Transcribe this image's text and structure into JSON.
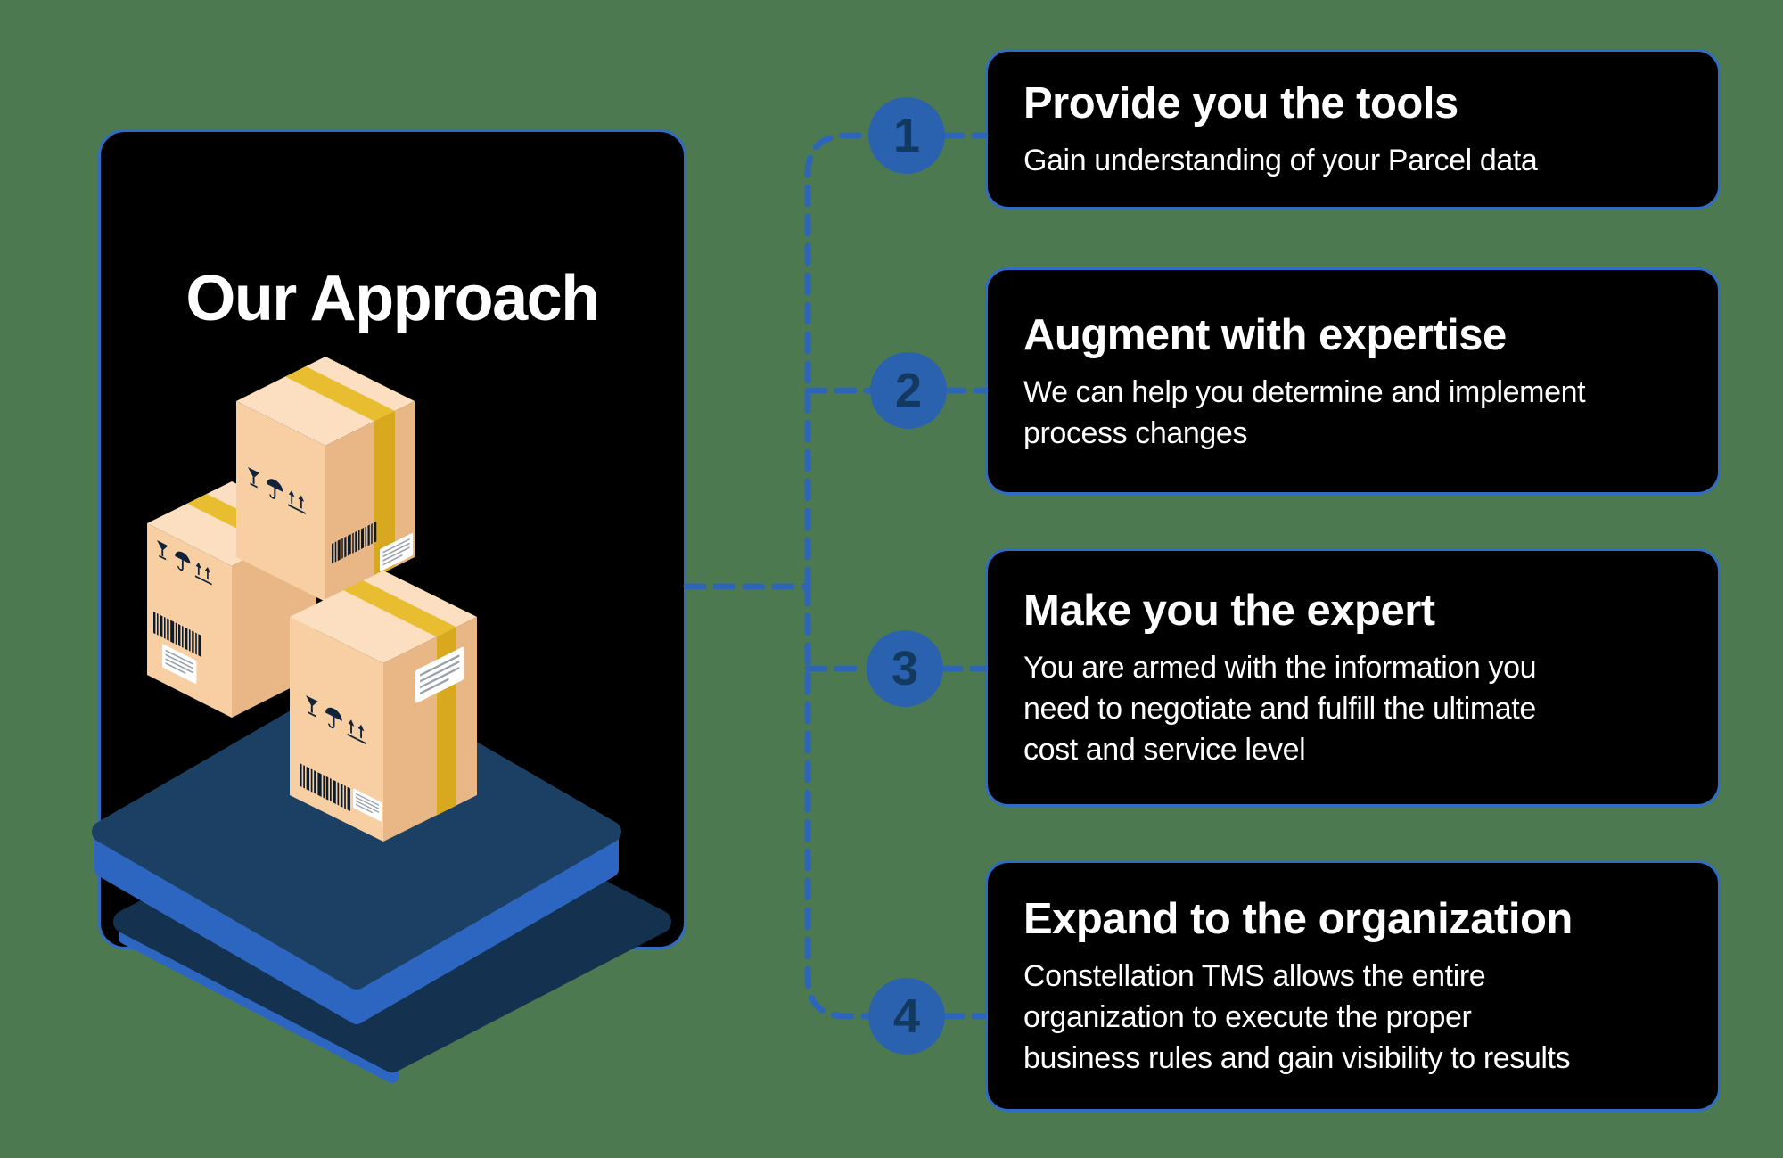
{
  "page": {
    "background_color": "#4d7951"
  },
  "left_card": {
    "title": "Our Approach"
  },
  "steps": [
    {
      "number": "1",
      "title": "Provide you the tools",
      "description_lines": [
        "Gain understanding of your Parcel data"
      ]
    },
    {
      "number": "2",
      "title": "Augment with expertise",
      "description_lines": [
        "We can help you determine and implement",
        "process changes"
      ]
    },
    {
      "number": "3",
      "title": "Make you the expert",
      "description_lines": [
        "You are armed with the information you",
        "need to negotiate and fulfill the ultimate",
        "cost and service level"
      ]
    },
    {
      "number": "4",
      "title": "Expand to the organization",
      "description_lines": [
        "Constellation TMS allows the entire",
        "organization to execute the proper",
        "business rules and gain visibility to results"
      ]
    }
  ],
  "illustration": {
    "description": "isometric cardboard parcel boxes stacked on a blue platform",
    "icon_names": [
      "fragile-glass-icon",
      "umbrella-icon",
      "this-way-up-icon",
      "barcode",
      "shipping-label"
    ]
  },
  "colors": {
    "background": "#4d7951",
    "card_fill": "#000000",
    "card_border": "#2f6dc4",
    "connector_dash": "#2d66b8",
    "circle_fill": "#2b62b0",
    "circle_number": "#14395e",
    "platform_top": "#1c4063",
    "platform_rim": "#2c66c0",
    "platform_shadow": "#14324f",
    "box_left_face": "#f7cfa3",
    "box_right_face": "#e9b685",
    "box_top_face": "#fcdfc0",
    "tape_top": "#e8bd2f",
    "tape_side": "#d8a81e",
    "label_fill": "#ffffff",
    "text": "#ffffff"
  }
}
